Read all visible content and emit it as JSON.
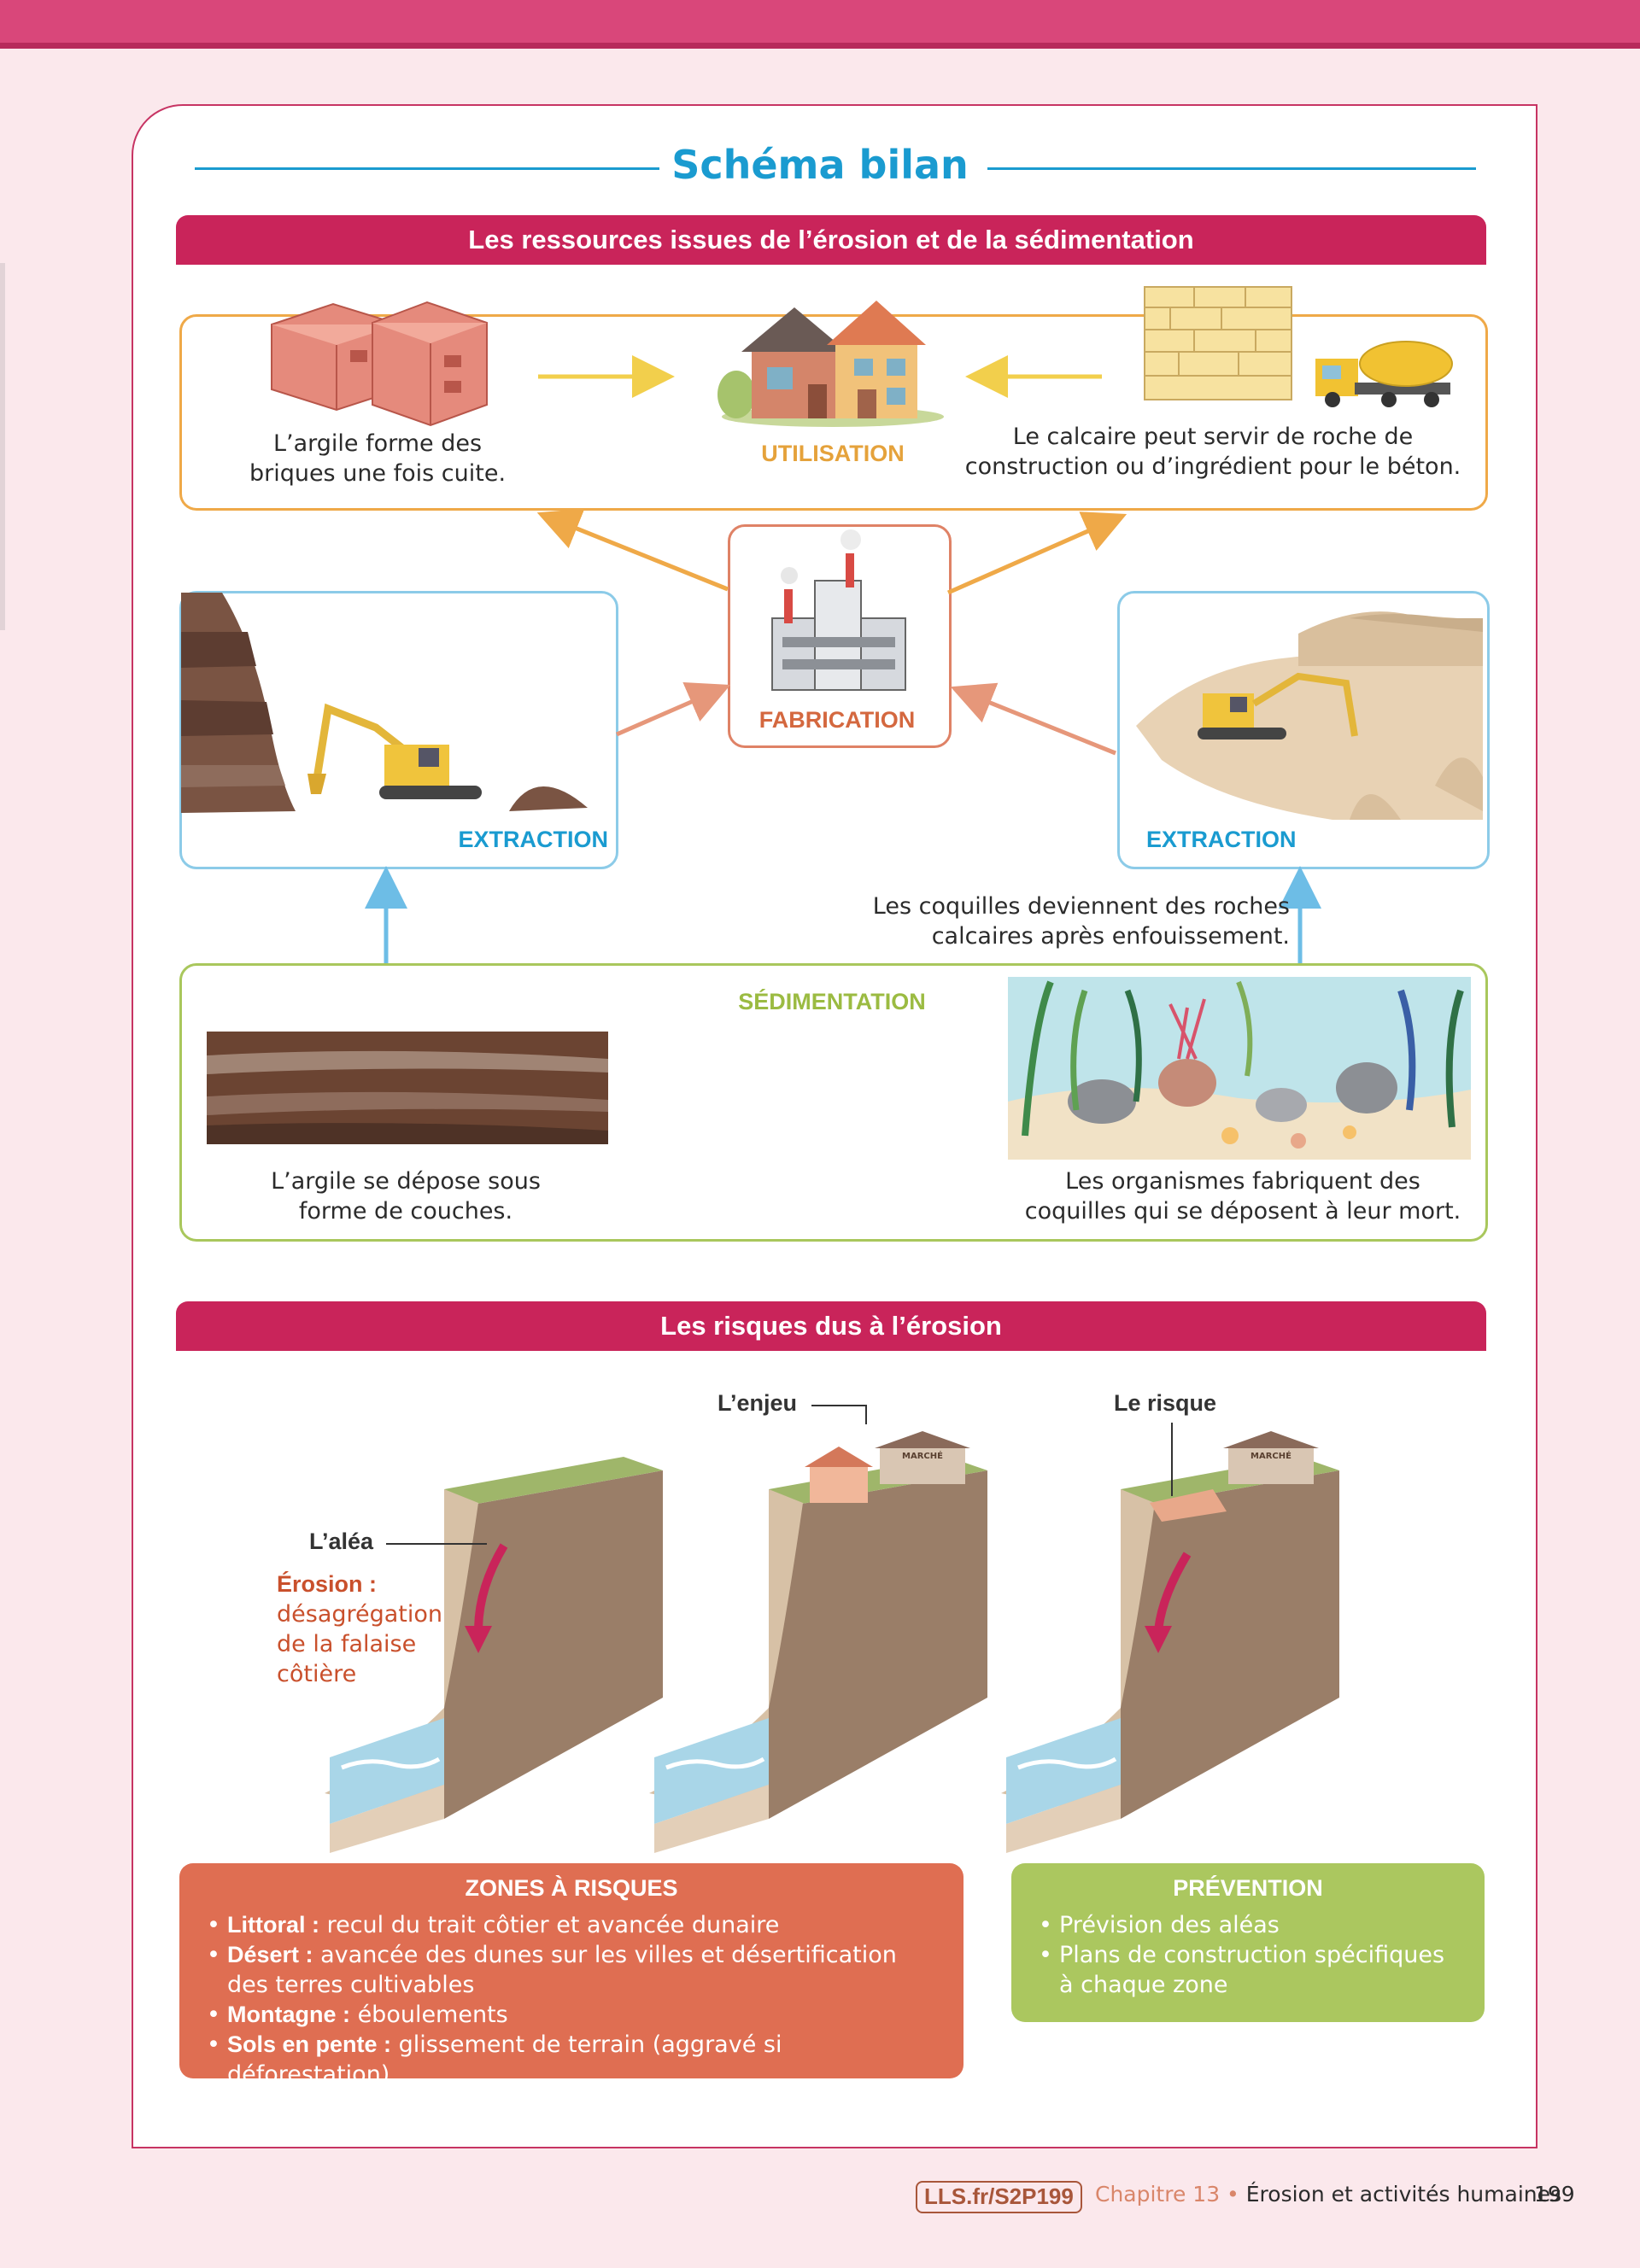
{
  "header": {
    "bar_color": "#d9477a"
  },
  "title": "Schéma bilan",
  "resources": {
    "banner": "Les ressources issues de l’érosion et de la sédimentation",
    "bricks_text_1": "L’argile forme des",
    "bricks_text_2": "briques une fois cuite.",
    "utilisation": "UTILISATION",
    "calcaire_text_1": "Le calcaire peut servir de roche de",
    "calcaire_text_2": "construction ou d’ingrédient pour le béton.",
    "fabrication": "FABRICATION",
    "extraction_left": "EXTRACTION",
    "extraction_right": "EXTRACTION",
    "coquilles_text_1": "Les coquilles deviennent des roches",
    "coquilles_text_2": "calcaires après enfouissement.",
    "sedimentation": "SÉDIMENTATION",
    "argile_text_1": "L’argile se dépose sous",
    "argile_text_2": "forme de couches.",
    "organismes_text_1": "Les organismes fabriquent des",
    "organismes_text_2": "coquilles qui se déposent à leur mort."
  },
  "risks": {
    "banner": "Les risques dus à l’érosion",
    "enjeu": "L’enjeu",
    "risque": "Le risque",
    "alea": "L’aléa",
    "erosion_title": "Érosion :",
    "erosion_1": "désagrégation",
    "erosion_2": "de la falaise",
    "erosion_3": "côtière",
    "marche": "MARCHÉ"
  },
  "zones": {
    "title": "ZONES À RISQUES",
    "items": [
      {
        "term": "Littoral :",
        "text": " recul du trait côtier et avancée dunaire"
      },
      {
        "term": "Désert :",
        "text": " avancée des dunes sur les villes et désertification des terres cultivables"
      },
      {
        "term": "Montagne :",
        "text": " éboulements"
      },
      {
        "term": "Sols en pente :",
        "text": " glissement de terrain (aggravé si déforestation)"
      }
    ]
  },
  "prevention": {
    "title": "PRÉVENTION",
    "items": [
      "Prévision des aléas",
      "Plans de construction spécifiques à chaque zone"
    ]
  },
  "footer": {
    "link": "LLS.fr/S2P199",
    "chapter": "Chapitre 13",
    "separator": " • ",
    "subject": "Érosion et activités humaines",
    "page": "199"
  }
}
